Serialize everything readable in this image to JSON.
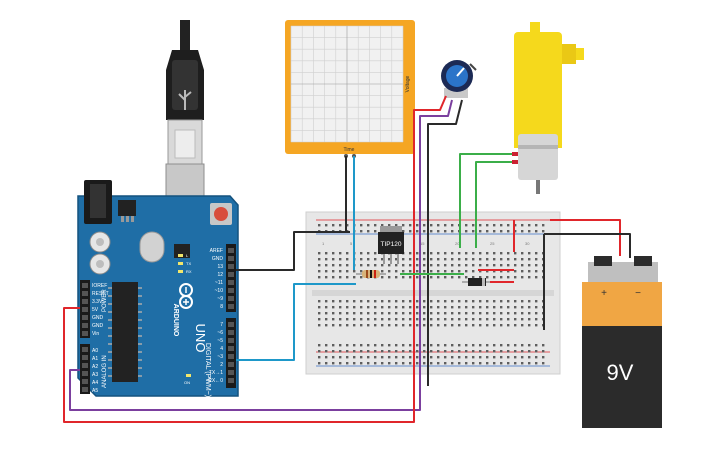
{
  "components": {
    "arduino": {
      "brand": "ARDUINO",
      "model": "UNO",
      "power_header_label": "POWER",
      "analog_header_label": "ANALOG IN",
      "digital_header_label": "DIGITAL (PWM~)",
      "power_pins": [
        "IOREF",
        "RESET",
        "3.3V",
        "5V",
        "GND",
        "GND",
        "Vin"
      ],
      "analog_pins": [
        "A0",
        "A1",
        "A2",
        "A3",
        "A4",
        "A5"
      ],
      "digital_top_pins": [
        "AREF",
        "GND",
        "13",
        "12",
        "~11",
        "~10",
        "~9",
        "8"
      ],
      "digital_bottom_pins": [
        "7",
        "~6",
        "~5",
        "4",
        "~3",
        "2",
        "TX→1",
        "RX←0"
      ],
      "led_labels": [
        "TX",
        "RX"
      ],
      "on_label": "ON",
      "l_label": "L"
    },
    "oscilloscope": {
      "x_label": "Time",
      "y_label": "Voltage"
    },
    "transistor": {
      "label": "TIP120"
    },
    "battery": {
      "label": "9V",
      "plus": "+",
      "minus": "−"
    },
    "motor": {
      "name": "DC Motor"
    },
    "potentiometer": {
      "name": "Potentiometer"
    },
    "breadboard": {
      "column_numbers": [
        "1",
        "5",
        "10",
        "15",
        "20",
        "25",
        "30"
      ]
    }
  },
  "colors": {
    "wire_red": "#e0262b",
    "wire_black": "#2a2a2a",
    "wire_blue": "#1e98c9",
    "wire_green": "#3bae49",
    "wire_purple": "#7b3f9e",
    "arduino_board": "#1f6ea6",
    "oscilloscope_frame": "#f5a623",
    "battery_top": "#c9c9c9",
    "battery_body": "#2b2b2b",
    "battery_label": "#f0a644",
    "motor_yellow": "#f5d91c"
  }
}
